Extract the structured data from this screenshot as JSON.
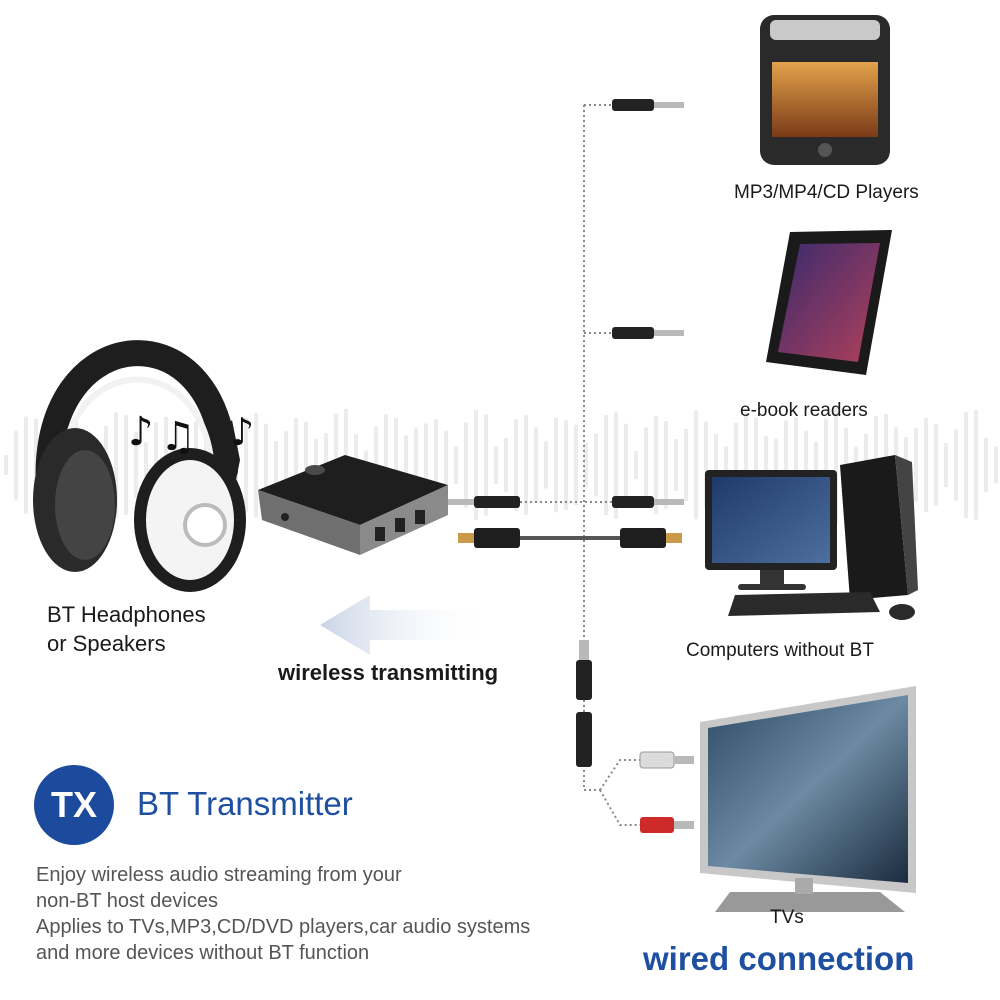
{
  "labels": {
    "headphones": [
      "BT Headphones",
      "or Speakers"
    ],
    "wireless": "wireless transmitting",
    "mp3": "MP3/MP4/CD Players",
    "ebook": "e-book readers",
    "computer": "Computers without BT",
    "tv": "TVs",
    "wired": "wired connection"
  },
  "badge": "TX",
  "title": "BT Transmitter",
  "description": [
    "Enjoy wireless audio streaming from your",
    "non-BT host devices",
    "Applies to TVs,MP3,CD/DVD players,car audio systems",
    "and more devices without BT function"
  ],
  "colors": {
    "brand_blue": "#1c4a9c",
    "text_gray": "#555555",
    "device_dark": "#1e1e1e"
  }
}
